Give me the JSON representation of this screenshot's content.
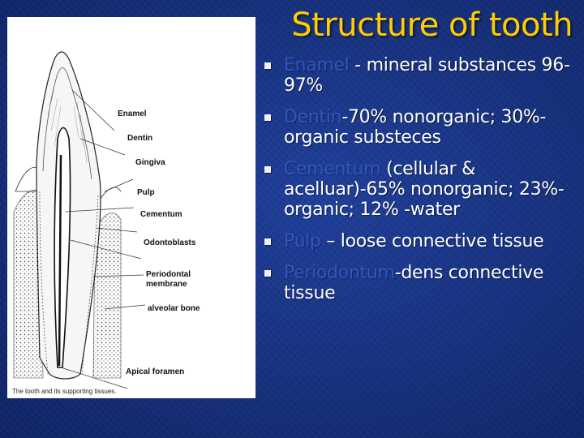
{
  "slide": {
    "title": "Structure of tooth",
    "accent_color": "#ffcc00",
    "term_color": "#2f57c0",
    "text_color": "#ffffff"
  },
  "figure": {
    "labels": {
      "enamel": "Enamel",
      "dentin": "Dentin",
      "gingiva": "Gingiva",
      "pulp": "Pulp",
      "cementum": "Cementum",
      "odontoblasts": "Odontoblasts",
      "periodontal_membrane_line1": "Periodontal",
      "periodontal_membrane_line2": "membrane",
      "alveolar_bone": "alveolar bone",
      "apical_foramen": "Apical foramen"
    },
    "caption": "The tooth and its supporting tissues."
  },
  "bullets": [
    {
      "term": "Enamel",
      "text": " - mineral substances 96-97%"
    },
    {
      "term": "Dentin",
      "text": "-70% nonorganic; 30%- organic substeces"
    },
    {
      "term": "Cementum",
      "text": " (cellular & acelluar)-65% nonorganic; 23%- organic; 12% -water"
    },
    {
      "term": "Pulp",
      "text": " – loose connective tissue"
    },
    {
      "term": "Periodontum",
      "text": "-dens connective tissue"
    }
  ]
}
